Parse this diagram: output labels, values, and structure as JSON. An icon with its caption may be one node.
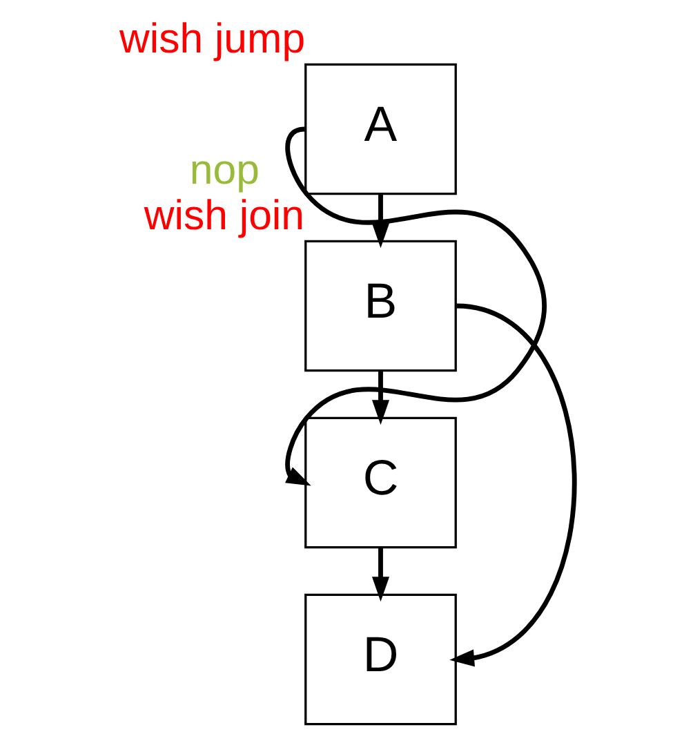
{
  "diagram": {
    "nodes": [
      {
        "text": [
          "A"
        ],
        "beside": [
          "wish jump"
        ]
      },
      {
        "text": [
          "B"
        ],
        "beside": [
          "nop",
          "wish join"
        ]
      },
      {
        "text": [
          "C"
        ]
      },
      {
        "text": [
          "D"
        ]
      }
    ],
    "edges": [
      {
        "from": 0,
        "to": 1,
        "arrow": "to"
      },
      {
        "from": 0,
        "to": 2,
        "arrow": "to"
      },
      {
        "from": 1,
        "to": 2,
        "arrow": "to"
      },
      {
        "from": 1,
        "to": 3,
        "arrow": "to"
      },
      {
        "from": 2,
        "to": 3,
        "arrow": "to"
      }
    ]
  }
}
